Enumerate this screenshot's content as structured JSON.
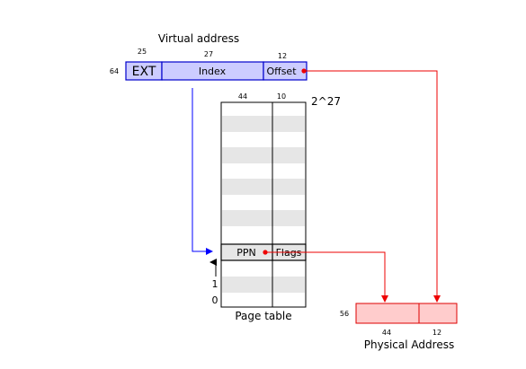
{
  "virtual_address": {
    "title": "Virtual address",
    "width_label": "64",
    "fields": [
      {
        "label": "EXT",
        "bits": "25"
      },
      {
        "label": "Index",
        "bits": "27"
      },
      {
        "label": "Offset",
        "bits": "12"
      }
    ]
  },
  "page_table": {
    "title": "Page table",
    "col_bits": [
      "44",
      "10"
    ],
    "entries_label": "2^27",
    "entry_fields": [
      "PPN",
      "Flags"
    ],
    "row_labels": [
      "1",
      "0"
    ]
  },
  "physical_address": {
    "title": "Physical Address",
    "width_label": "56",
    "field_bits": [
      "44",
      "12"
    ]
  },
  "colors": {
    "va_fill": "#ccccff",
    "va_stroke": "#0000cc",
    "pa_fill": "#ffcccc",
    "pa_stroke": "#dd0000",
    "blue_arrow": "#0000ff",
    "red_arrow": "#ee0000",
    "stripe": "#e6e6e6"
  }
}
